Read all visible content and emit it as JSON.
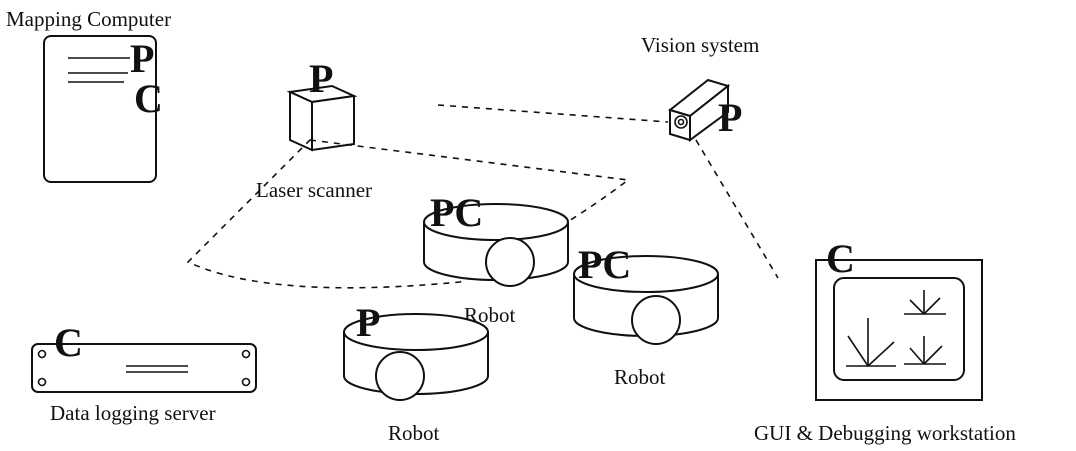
{
  "labels": {
    "mapping_computer": "Mapping Computer",
    "vision_system": "Vision system",
    "laser_scanner": "Laser scanner",
    "robot_middle": "Robot",
    "robot_right": "Robot",
    "robot_left": "Robot",
    "data_logging_server": "Data logging server",
    "gui_workstation": "GUI & Debugging workstation"
  },
  "marks": {
    "mapping_p": "P",
    "mapping_c": "C",
    "laser_p": "P",
    "vision_p": "P",
    "robot_middle_pc": "PC",
    "robot_right_pc": "PC",
    "robot_left_p": "P",
    "server_c": "C",
    "gui_c": "C"
  }
}
